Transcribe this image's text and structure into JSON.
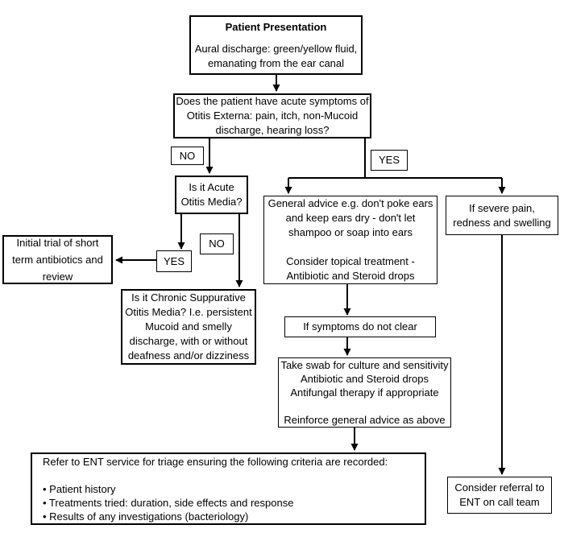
{
  "page": {
    "background": "#ffffff",
    "line_color": "#000000",
    "text_color": "#000000"
  },
  "nodes": {
    "patient_presentation": {
      "title": "Patient Presentation",
      "lines": [
        "Aural discharge: green/yellow fluid,",
        "emanating from the ear canal"
      ]
    },
    "acute_symptoms_question": {
      "lines": [
        "Does the patient have acute symptoms of",
        "Otitis Externa: pain, itch, non-Mucoid",
        "discharge, hearing loss?"
      ]
    },
    "acute_otitis_media_question": {
      "lines": [
        "Is it Acute",
        "Otitis Media?"
      ]
    },
    "initial_trial": {
      "lines": [
        "Initial trial of short",
        "term antibiotics and",
        "review"
      ]
    },
    "chronic_suppurative_question": {
      "lines": [
        "Is it Chronic Suppurative",
        "Otitis Media? I.e. persistent",
        "Mucoid and smelly",
        "discharge, with or without",
        "deafness and/or dizziness"
      ]
    },
    "general_advice": {
      "lines": [
        "General advice e.g. don't poke ears",
        "and keep ears dry - don't let",
        "shampoo or soap into ears",
        "",
        "Consider topical treatment -",
        "Antibiotic and Steroid drops"
      ]
    },
    "severe_pain": {
      "lines": [
        "If severe pain,",
        "redness and swelling"
      ]
    },
    "symptoms_not_clear": {
      "lines": [
        "If symptoms do not clear"
      ]
    },
    "take_swab": {
      "lines": [
        "Take swab for culture and sensitivity",
        "Antibiotic and Steroid drops",
        "Antifungal therapy if appropriate",
        "",
        "Reinforce general advice as above"
      ]
    },
    "refer_ent": {
      "lines": [
        "Refer to ENT service for triage ensuring the following criteria are recorded:",
        "",
        "• Patient history",
        "• Treatments tried: duration, side effects and response",
        "• Results of any investigations (bacteriology)"
      ]
    },
    "consider_referral": {
      "lines": [
        "Consider referral to",
        "ENT on call team"
      ]
    },
    "label_no_externa": "NO",
    "label_yes_externa": "YES",
    "label_yes_aom": "YES",
    "label_no_aom": "NO"
  }
}
